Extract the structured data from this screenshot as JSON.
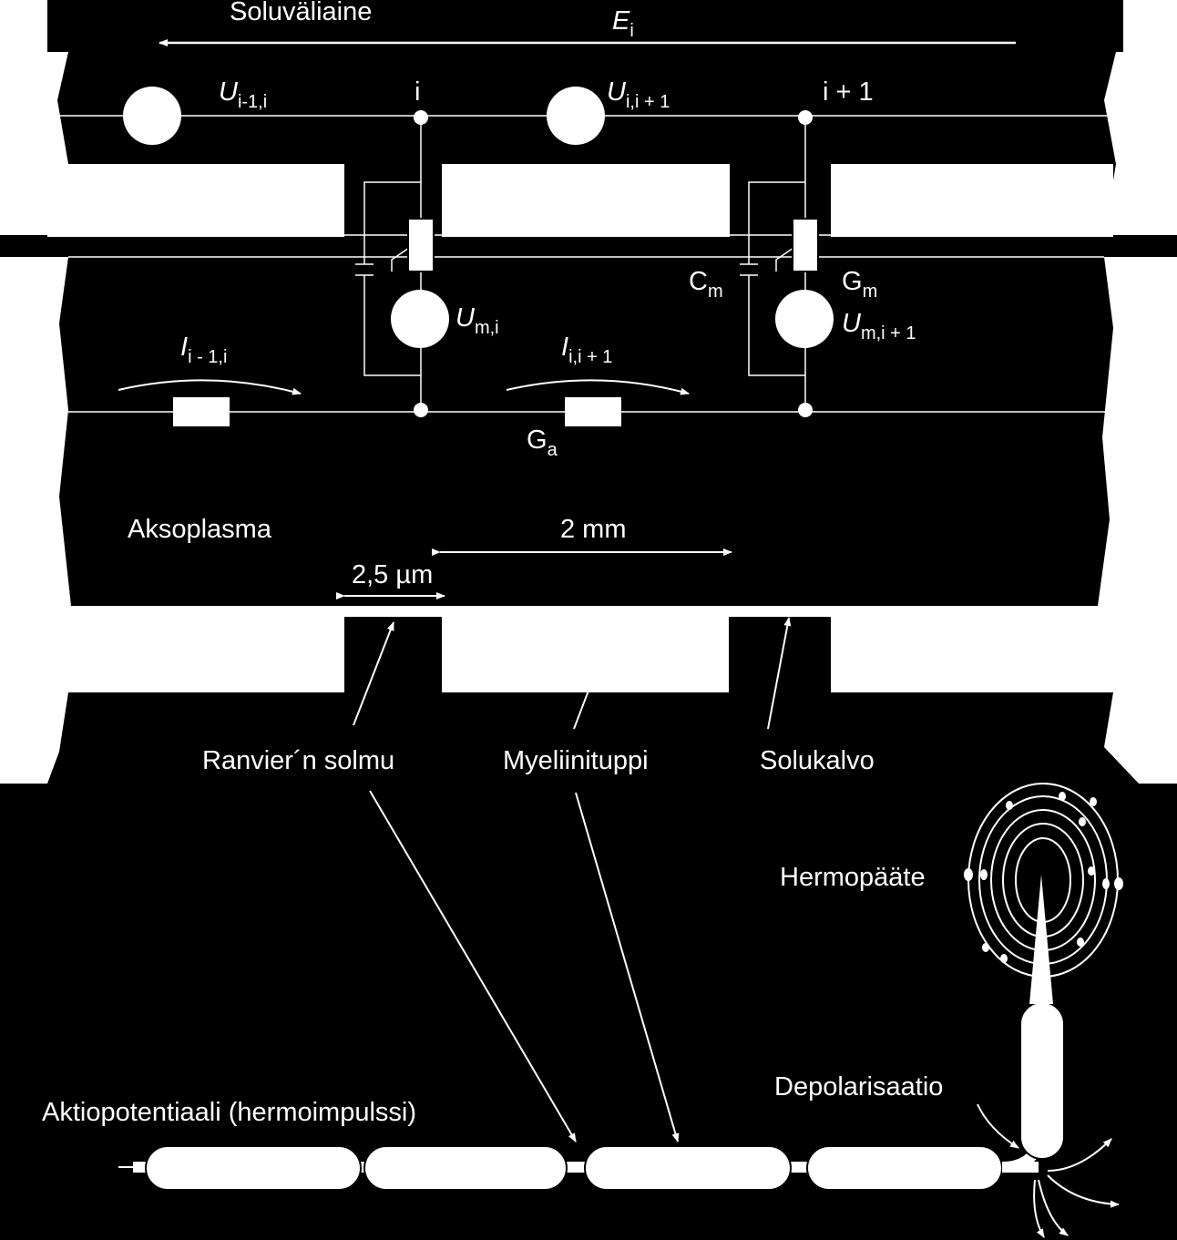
{
  "labels": {
    "extracellular": "Soluväliaine",
    "field_sym": "E",
    "field_sub": "i",
    "u_prev_sym": "U",
    "u_prev_sub": "i-1,i",
    "node_i": "i",
    "u_next_sym": "U",
    "u_next_sub": "i,i + 1",
    "node_i1": "i + 1",
    "cm_sym": "C",
    "cm_sub": "m",
    "gm_sym": "G",
    "gm_sub": "m",
    "um_i_sym": "U",
    "um_i_sub": "m,i",
    "um_i1_sym": "U",
    "um_i1_sub": "m,i + 1",
    "i_prev_sym": "I",
    "i_prev_sub": "i - 1,i",
    "i_next_sym": "I",
    "i_next_sub": "i,i + 1",
    "ga_sym": "G",
    "ga_sub": "a",
    "axoplasm": "Aksoplasma",
    "internode_length": "2 mm",
    "node_width": "2,5 µm",
    "ranvier_node": "Ranvier´n solmu",
    "myelin_sheath": "Myeliinituppi",
    "cell_membrane": "Solukalvo",
    "nerve_ending": "Hermopääte",
    "depolarization": "Depolarisaatio",
    "action_potential": "Aktiopotentiaali (hermoimpulssi)"
  },
  "colors": {
    "background": "#000000",
    "foreground": "#ffffff"
  }
}
